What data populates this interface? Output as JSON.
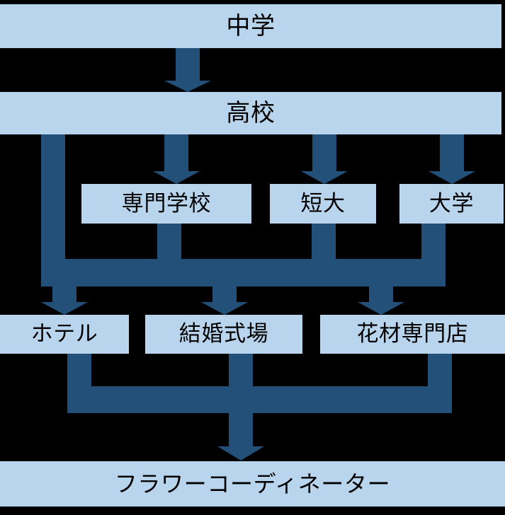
{
  "diagram": {
    "title_text": "",
    "background_color": "#000000",
    "node_fill_color": "#b9d5ed",
    "node_text_color": "#000000",
    "connector_color": "#235079",
    "levels": [
      {
        "level": 1,
        "nodes": [
          {
            "id": "chugaku",
            "label": "中学"
          }
        ]
      },
      {
        "level": 2,
        "nodes": [
          {
            "id": "koukou",
            "label": "高校"
          }
        ]
      },
      {
        "level": 3,
        "nodes": [
          {
            "id": "senmon",
            "label": "専門学校"
          },
          {
            "id": "tandai",
            "label": "短大"
          },
          {
            "id": "daigaku",
            "label": "大学"
          }
        ]
      },
      {
        "level": 4,
        "nodes": [
          {
            "id": "hotel",
            "label": "ホテル"
          },
          {
            "id": "shikijou",
            "label": "結婚式場"
          },
          {
            "id": "kazai",
            "label": "花材専門店"
          }
        ]
      },
      {
        "level": 5,
        "nodes": [
          {
            "id": "flower",
            "label": "フラワーコーディネーター"
          }
        ]
      }
    ],
    "edges": [
      {
        "from": "chugaku",
        "to": "koukou",
        "style": "arrow-down"
      },
      {
        "from": "koukou",
        "to": "senmon",
        "style": "arrow-down"
      },
      {
        "from": "koukou",
        "to": "tandai",
        "style": "arrow-down"
      },
      {
        "from": "koukou",
        "to": "daigaku",
        "style": "arrow-down"
      },
      {
        "from": "koukou",
        "to": "bus-mid",
        "style": "elbow-left"
      },
      {
        "from": "senmon",
        "to": "bus-mid",
        "style": "drop"
      },
      {
        "from": "tandai",
        "to": "bus-mid",
        "style": "drop"
      },
      {
        "from": "daigaku",
        "to": "bus-mid",
        "style": "drop"
      },
      {
        "from": "bus-mid",
        "to": "hotel",
        "style": "arrow-down"
      },
      {
        "from": "bus-mid",
        "to": "shikijou",
        "style": "arrow-down"
      },
      {
        "from": "bus-mid",
        "to": "kazai",
        "style": "arrow-down"
      },
      {
        "from": "hotel",
        "to": "bus-low",
        "style": "drop"
      },
      {
        "from": "shikijou",
        "to": "bus-low",
        "style": "drop"
      },
      {
        "from": "kazai",
        "to": "bus-low",
        "style": "drop"
      },
      {
        "from": "bus-low",
        "to": "flower",
        "style": "arrow-down"
      }
    ]
  }
}
